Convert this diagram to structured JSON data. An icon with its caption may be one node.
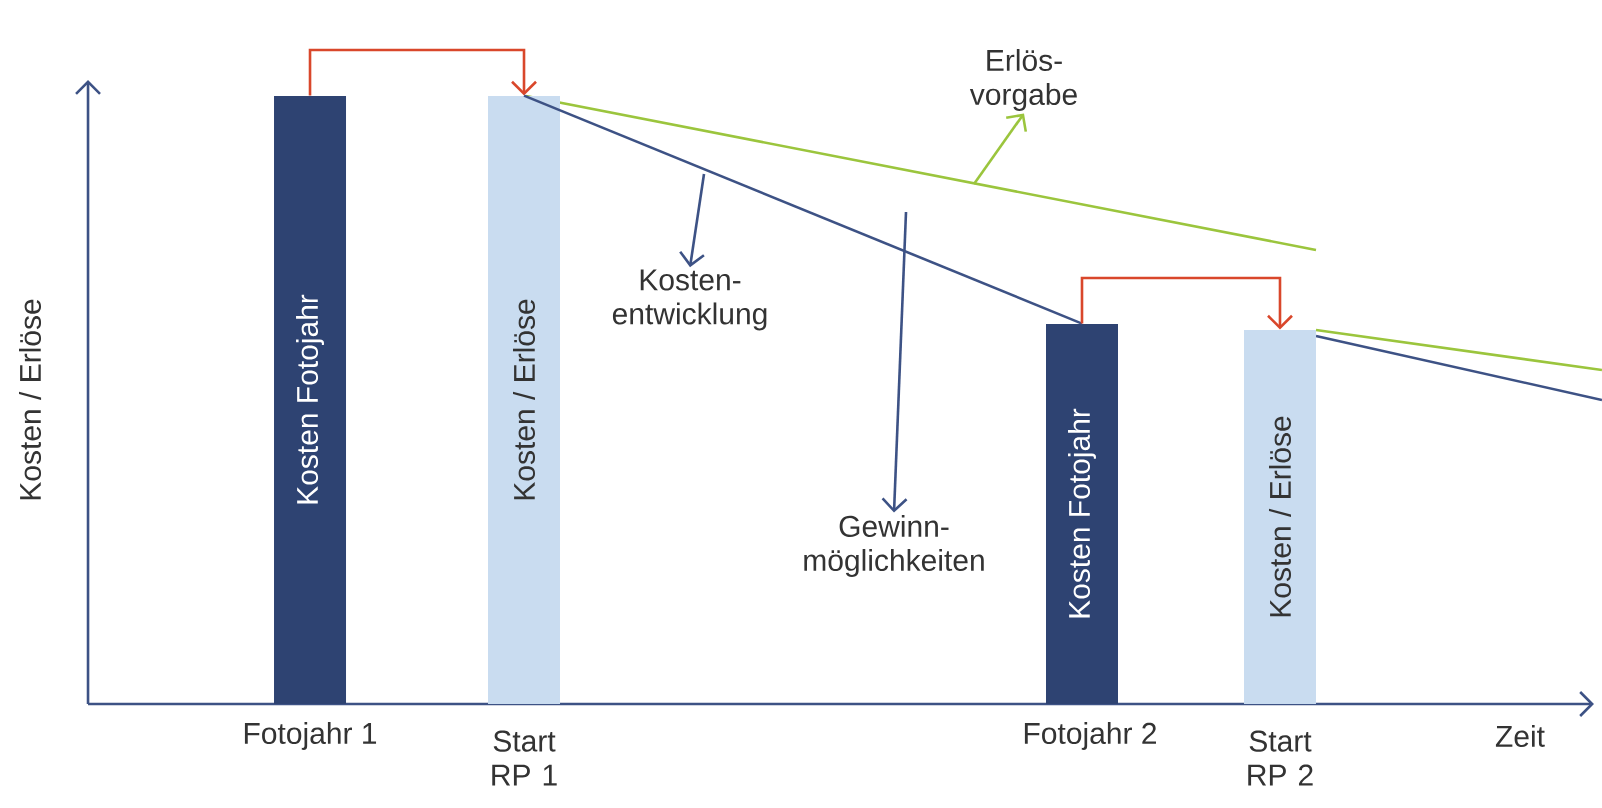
{
  "diagram": {
    "nodes": [
      {
        "text": [
          "Kosten Fotojahr"
        ]
      },
      {
        "text": [
          "Kosten / Erlöse"
        ]
      },
      {
        "text": [
          "Kosten Fotojahr"
        ]
      },
      {
        "text": [
          "Kosten / Erlöse"
        ]
      },
      {
        "text": [
          "Kosten- entwicklung"
        ]
      },
      {
        "text": [
          "Erlös- vorgabe"
        ]
      },
      {
        "text": [
          "Gewinn- möglichkeiten"
        ]
      }
    ],
    "edges": [
      {
        "from": 0,
        "to": 1,
        "arrow": "to",
        "color": "#d9472b"
      },
      {
        "from": 1,
        "to": 2,
        "arrow": "none",
        "color": "#3d5285"
      },
      {
        "from": 2,
        "to": 3,
        "arrow": "to",
        "color": "#d9472b"
      },
      {
        "from": null,
        "to": 4,
        "arrow": "to",
        "color": "#3d5285"
      },
      {
        "from": null,
        "to": 5,
        "arrow": "to",
        "color": "#9bc53d"
      },
      {
        "from": null,
        "to": 6,
        "arrow": "to",
        "color": "#3d5285"
      }
    ],
    "labels": [
      "Kosten / Erlöse",
      "Fotojahr 1",
      "Start RP 1",
      "Fotojahr 2",
      "Start RP 2",
      "Zeit"
    ]
  }
}
